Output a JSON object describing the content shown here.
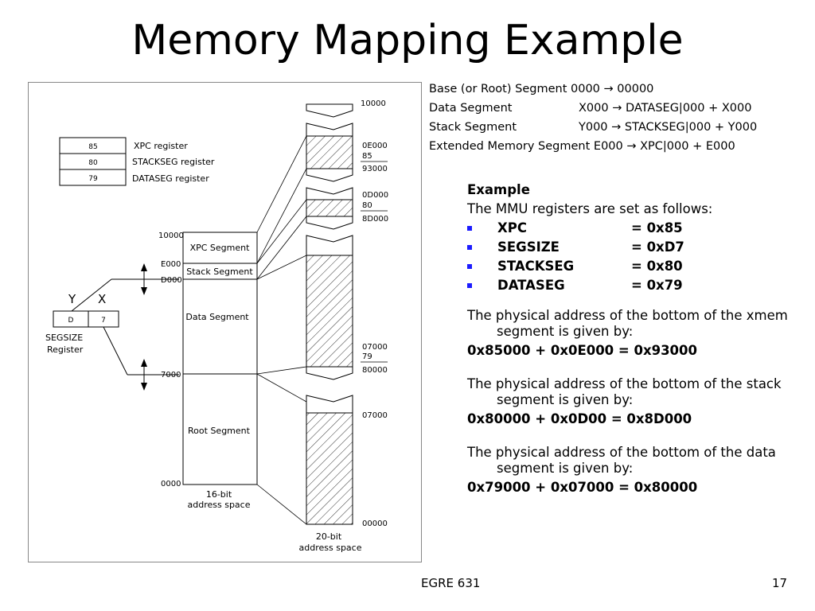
{
  "title": "Memory Mapping Example",
  "right_top": [
    {
      "label": "Base (or Root) Segment 0000 → 00000",
      "value": ""
    },
    {
      "label": "Data Segment",
      "value": "X000 → DATASEG|000 + X000"
    },
    {
      "label": "Stack Segment",
      "value": "Y000 → STACKSEG|000 + Y000"
    },
    {
      "label": "Extended Memory Segment E000 → XPC|000 + E000",
      "value": ""
    }
  ],
  "example": {
    "heading": "Example",
    "intro": "The MMU registers are set as follows:",
    "registers": [
      {
        "name": "XPC",
        "value": "= 0x85"
      },
      {
        "name": "SEGSIZE",
        "value": "= 0xD7"
      },
      {
        "name": "STACKSEG",
        "value": "= 0x80"
      },
      {
        "name": "DATASEG",
        "value": "= 0x79"
      }
    ],
    "paragraphs": [
      {
        "text": "The physical address of the bottom of the xmem segment is given by:",
        "result": "0x85000 + 0x0E000 = 0x93000"
      },
      {
        "text": "The physical address of the bottom of the stack segment is given by:",
        "result": "0x80000 + 0x0D00 = 0x8D000"
      },
      {
        "text": "The physical address of the bottom of the data segment is given by:",
        "result": "0x79000 + 0x07000 = 0x80000"
      }
    ]
  },
  "diagram": {
    "registers": [
      {
        "value": "85",
        "label": "XPC register"
      },
      {
        "value": "80",
        "label": "STACKSEG register"
      },
      {
        "value": "79",
        "label": "DATASEG register"
      }
    ],
    "segsize": {
      "y_label": "Y",
      "x_label": "X",
      "d": "D",
      "seven": "7",
      "caption1": "SEGSIZE",
      "caption2": "Register"
    },
    "logical": {
      "addr_10000": "10000",
      "addr_E000": "E000",
      "addr_D000": "D000",
      "addr_7000": "7000",
      "addr_0000": "0000",
      "seg_xpc": "XPC  Segment",
      "seg_stack": "Stack  Segment",
      "seg_data": "Data  Segment",
      "seg_root": "Root  Segment",
      "caption1": "16-bit",
      "caption2": "address space"
    },
    "physical": {
      "a_10000": "10000",
      "a_0E000": "0E000",
      "a_85": "85",
      "a_93000": "93000",
      "a_0D000": "0D000",
      "a_80": "80",
      "a_8D000": "8D000",
      "a_07000": "07000",
      "a_79": "79",
      "a_80000": "80000",
      "a_07000b": "07000",
      "a_00000": "00000",
      "caption1": "20-bit",
      "caption2": "address space"
    }
  },
  "footer": {
    "course": "EGRE 631",
    "page": "17"
  }
}
